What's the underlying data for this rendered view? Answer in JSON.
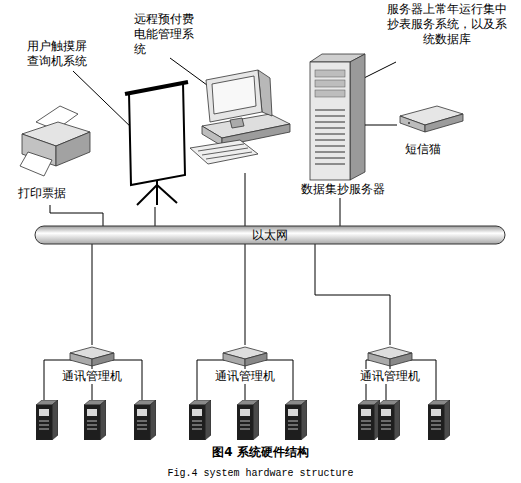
{
  "diagram": {
    "caption": "图4 系统硬件结构",
    "nodes": [
      {
        "text": [
          "打印票据"
        ]
      },
      {
        "text": [
          "用户触摸屏查询机系统"
        ]
      },
      {
        "text": [
          "远程预付费电能管理系统"
        ]
      },
      {
        "text": [
          "数据集抄服务器"
        ]
      },
      {
        "text": [
          "短信猫"
        ]
      },
      {
        "text": [
          "以太网"
        ]
      },
      {
        "text": [
          "通讯管理机"
        ]
      },
      {
        "text": [
          "通讯管理机"
        ]
      },
      {
        "text": [
          "通讯管理机"
        ]
      }
    ],
    "edges": [
      {
        "from": 0,
        "to": 5,
        "arrow": "none"
      },
      {
        "from": 1,
        "to": 5,
        "arrow": "none"
      },
      {
        "from": 2,
        "to": 5,
        "arrow": "none"
      },
      {
        "from": 3,
        "to": 5,
        "arrow": "none"
      },
      {
        "from": 3,
        "to": 4,
        "arrow": "none"
      },
      {
        "from": 5,
        "to": 6,
        "arrow": "none"
      },
      {
        "from": 5,
        "to": 7,
        "arrow": "none"
      },
      {
        "from": 5,
        "to": 8,
        "arrow": "none"
      }
    ],
    "labels": [
      "服务器上常年运行集中抄表服务系统，以及系统数据库",
      "Fig.4 system hardware structure"
    ]
  }
}
